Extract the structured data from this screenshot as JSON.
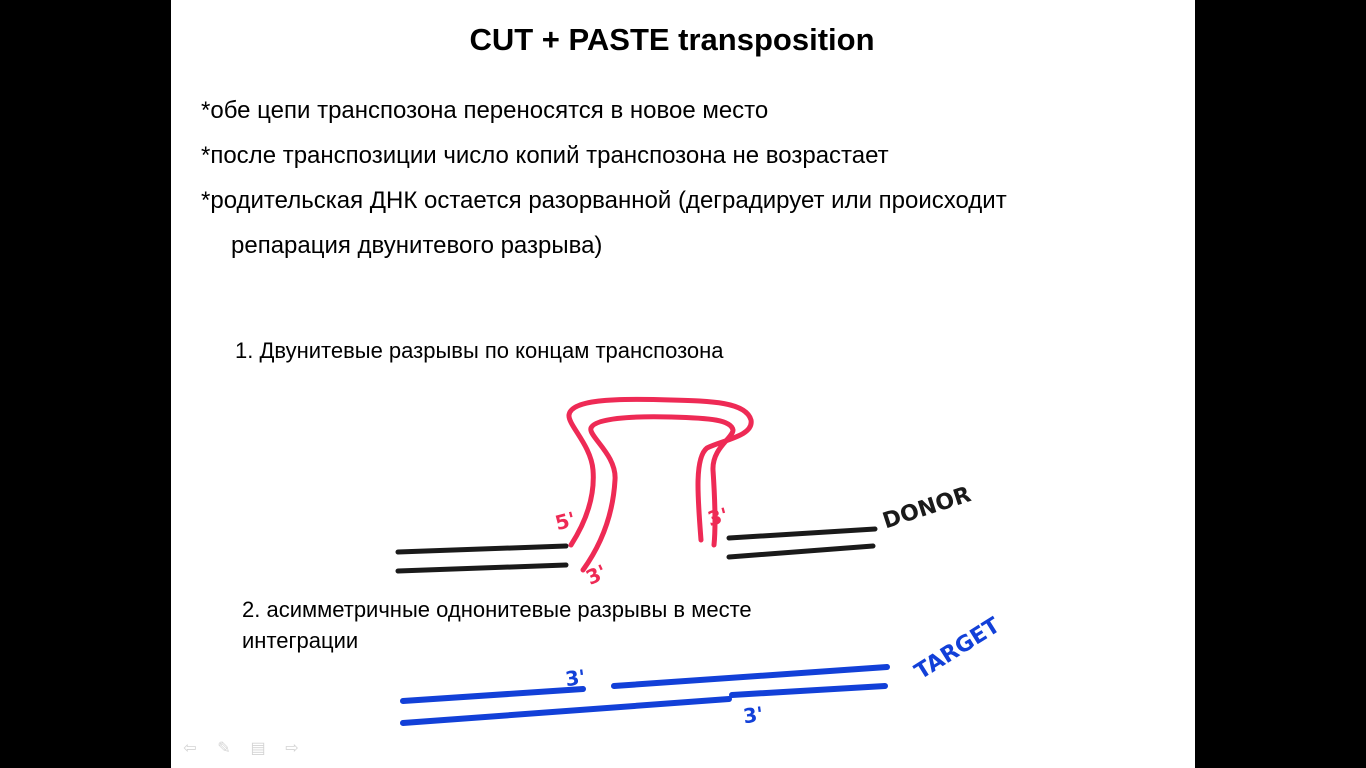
{
  "slide": {
    "title": "CUT + PASTE transposition",
    "bullets": [
      "*обе цепи транспозона переносятся в новое место",
      "*после транспозиции число копий транспозона не возрастает",
      "*родительская ДНК остается разорванной (деградирует или происходит",
      "репарация двунитевого разрыва)"
    ],
    "step1": "1. Двунитевые разрывы по концам транспозона",
    "step2_line1": "2. асимметричные однонитевые разрывы в месте",
    "step2_line2": "интеграции"
  },
  "diagram": {
    "donor_label": "DONOR",
    "target_label": "TARGET",
    "label_5prime": "5'",
    "label_3prime_left": "3'",
    "label_3prime_right": "3'",
    "label_3prime_top": "3'",
    "label_3prime_bottom": "3'",
    "colors": {
      "transposon": "#ee2a55",
      "donor": "#1a1a1a",
      "target": "#1240d8"
    }
  },
  "nav": [
    "arrow-left-icon",
    "pen-icon",
    "menu-icon",
    "arrow-right-icon"
  ]
}
